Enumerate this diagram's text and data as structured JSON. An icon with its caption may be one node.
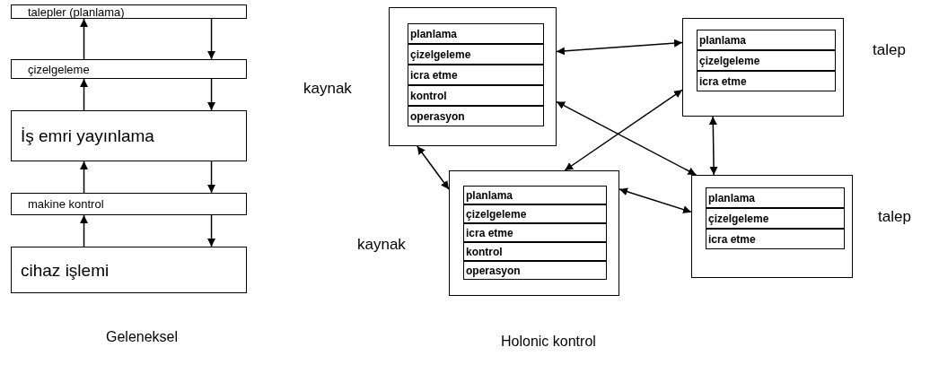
{
  "diagram": {
    "nodes": [
      {
        "text": [
          "talepler (planlama)"
        ]
      },
      {
        "text": [
          "çizelgeleme"
        ]
      },
      {
        "text": [
          "İş emri yayınlama"
        ]
      },
      {
        "text": [
          "makine kontrol"
        ]
      },
      {
        "text": [
          "cihaz işlemi"
        ]
      },
      {
        "text": [],
        "shape": "box",
        "beside": [
          "kaynak"
        ]
      },
      {
        "text": [
          "planlama"
        ],
        "in": 5
      },
      {
        "text": [
          "çizelgeleme"
        ],
        "in": 5
      },
      {
        "text": [
          "icra etme"
        ],
        "in": 5
      },
      {
        "text": [
          "kontrol"
        ],
        "in": 5
      },
      {
        "text": [
          "operasyon"
        ],
        "in": 5
      },
      {
        "text": [],
        "shape": "box",
        "beside": [
          "talep"
        ]
      },
      {
        "text": [
          "planlama"
        ],
        "in": 11
      },
      {
        "text": [
          "çizelgeleme"
        ],
        "in": 11
      },
      {
        "text": [
          "icra etme"
        ],
        "in": 11
      },
      {
        "text": [],
        "shape": "box",
        "beside": [
          "kaynak"
        ]
      },
      {
        "text": [
          "planlama"
        ],
        "in": 15
      },
      {
        "text": [
          "çizelgeleme"
        ],
        "in": 15
      },
      {
        "text": [
          "icra etme"
        ],
        "in": 15
      },
      {
        "text": [
          "kontrol"
        ],
        "in": 15
      },
      {
        "text": [
          "operasyon"
        ],
        "in": 15
      },
      {
        "text": [],
        "shape": "box",
        "beside": [
          "talep"
        ]
      },
      {
        "text": [
          "planlama"
        ],
        "in": 21
      },
      {
        "text": [
          "çizelgeleme"
        ],
        "in": 21
      },
      {
        "text": [
          "icra etme"
        ],
        "in": 21
      }
    ],
    "edges": [
      {
        "from": 1,
        "to": 0,
        "arrow": "to"
      },
      {
        "from": 0,
        "to": 1,
        "arrow": "to"
      },
      {
        "from": 2,
        "to": 1,
        "arrow": "to"
      },
      {
        "from": 1,
        "to": 2,
        "arrow": "to"
      },
      {
        "from": 3,
        "to": 2,
        "arrow": "to"
      },
      {
        "from": 2,
        "to": 3,
        "arrow": "to"
      },
      {
        "from": 4,
        "to": 3,
        "arrow": "to"
      },
      {
        "from": 3,
        "to": 4,
        "arrow": "to"
      },
      {
        "from": 5,
        "to": 11,
        "arrow": "both"
      },
      {
        "from": 5,
        "to": 21,
        "arrow": "both"
      },
      {
        "from": 11,
        "to": 15,
        "arrow": "both"
      },
      {
        "from": 11,
        "to": 21,
        "arrow": "both"
      },
      {
        "from": 5,
        "to": 15,
        "arrow": "both"
      },
      {
        "from": 15,
        "to": 21,
        "arrow": "both"
      }
    ],
    "labels": [
      "Geleneksel",
      "Holonic kontrol"
    ]
  }
}
